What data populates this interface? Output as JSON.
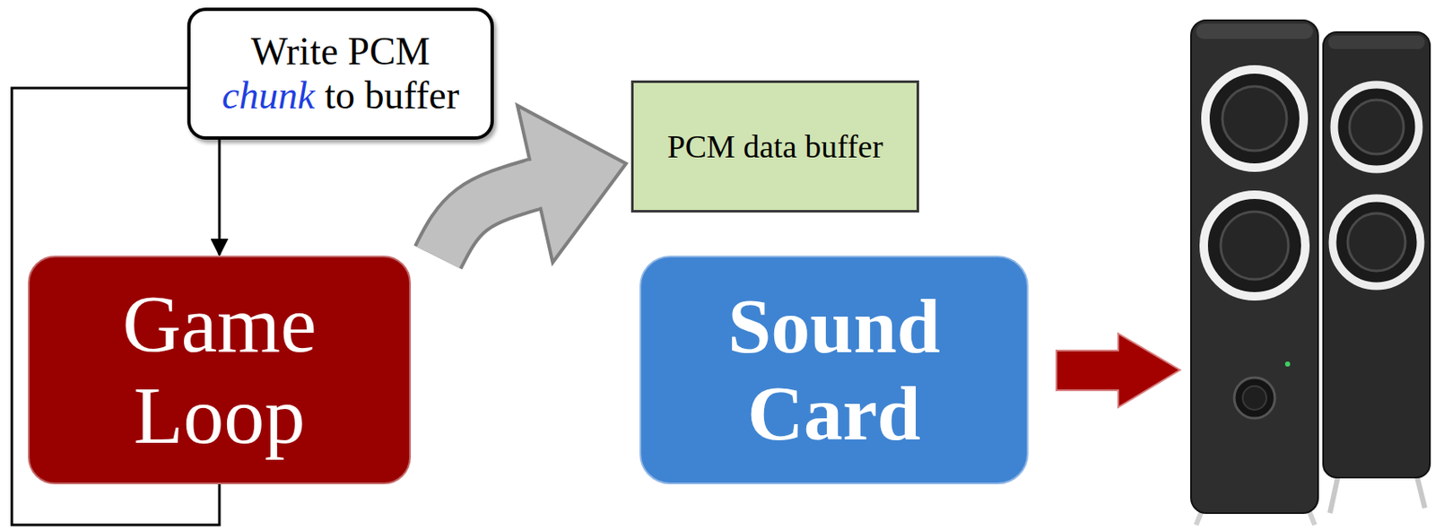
{
  "diagram": {
    "nodes": [
      {
        "text": [
          "Write PCM chunk to buffer"
        ]
      },
      {
        "text": [
          "Game Loop"
        ]
      },
      {
        "text": [
          "PCM data buffer"
        ]
      },
      {
        "text": [
          "Sound Card"
        ]
      }
    ],
    "edges": [
      {
        "from": 1,
        "to": 1,
        "arrow": "to"
      },
      {
        "from": 1,
        "to": 2,
        "arrow": "to"
      }
    ]
  }
}
